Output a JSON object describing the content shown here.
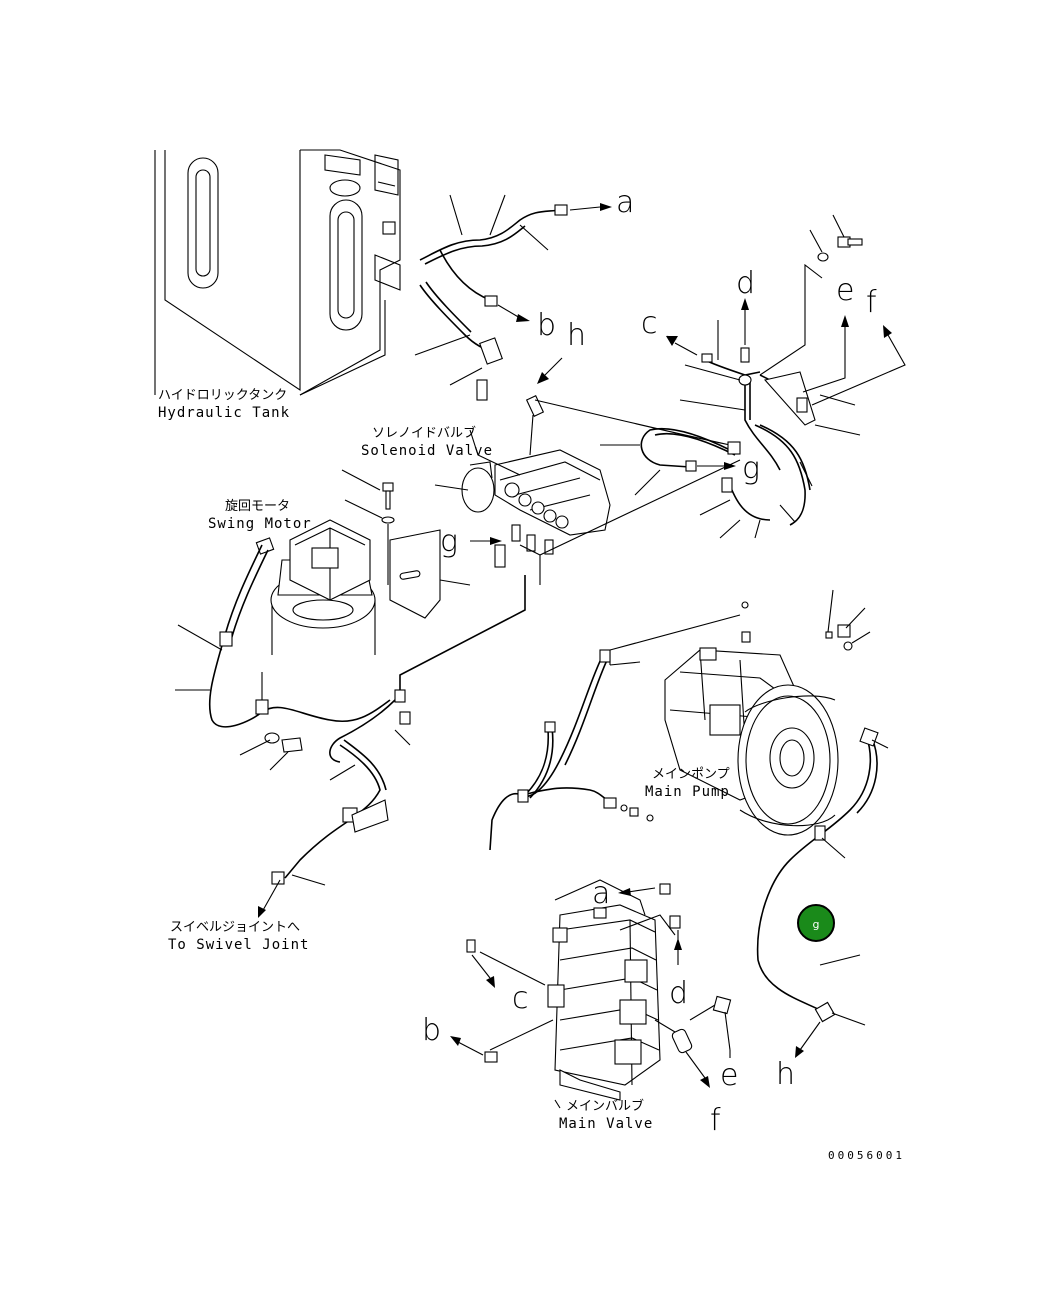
{
  "labels": {
    "hydraulic_tank_jp": "ハイドロリックタンク",
    "hydraulic_tank_en": "Hydraulic Tank",
    "solenoid_valve_jp": "ソレノイドバルブ",
    "solenoid_valve_en": "Solenoid Valve",
    "swing_motor_jp": "旋回モータ",
    "swing_motor_en": "Swing Motor",
    "main_pump_jp": "メインポンプ",
    "main_pump_en": "Main Pump",
    "swivel_joint_jp": "スイベルジョイントへ",
    "swivel_joint_en": "To Swivel Joint",
    "main_valve_jp": "メインバルブ",
    "main_valve_en": "Main Valve"
  },
  "connection_letters": {
    "a_top": "a",
    "b_top": "b",
    "c_top": "c",
    "d_top": "d",
    "e_top": "e",
    "f_top": "f",
    "g_right": "g",
    "g_left": "g",
    "h_top": "h",
    "a_bottom": "a",
    "b_bottom": "b",
    "c_bottom": "c",
    "d_bottom": "d",
    "e_bottom": "e",
    "f_bottom": "f",
    "h_bottom": "h"
  },
  "marker": {
    "label": "g",
    "color": "#1a8a1a"
  },
  "drawing_number": "00056001"
}
